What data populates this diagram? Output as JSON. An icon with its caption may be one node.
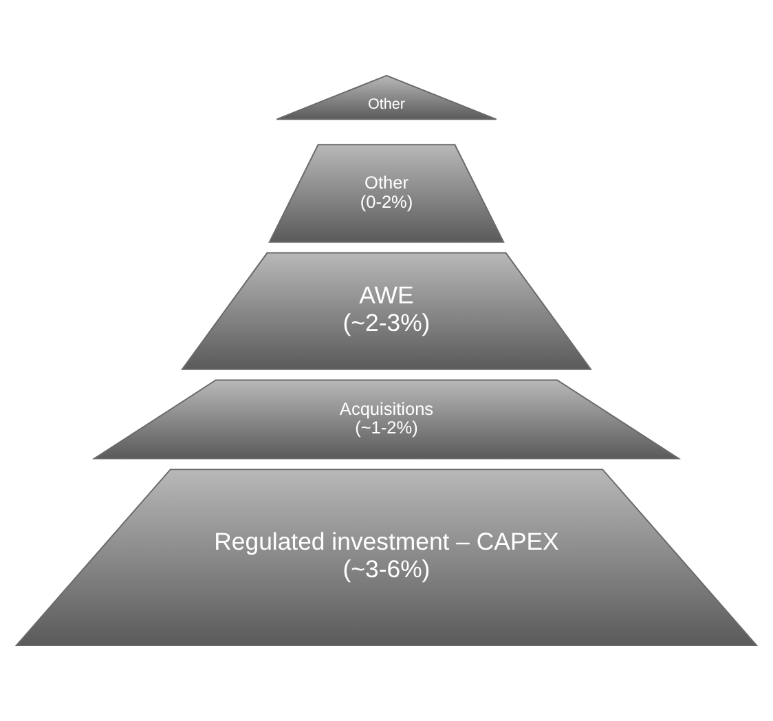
{
  "diagram": {
    "nodes": [
      {
        "text": [
          "Other"
        ]
      },
      {
        "text": [
          "Other",
          "(0-2%)"
        ]
      },
      {
        "text": [
          "AWE",
          "(~2-3%)"
        ]
      },
      {
        "text": [
          "Acquisitions",
          "(~1-2%)"
        ]
      },
      {
        "text": [
          "Regulated investment – CAPEX",
          "(~3-6%)"
        ]
      }
    ],
    "edges": []
  }
}
